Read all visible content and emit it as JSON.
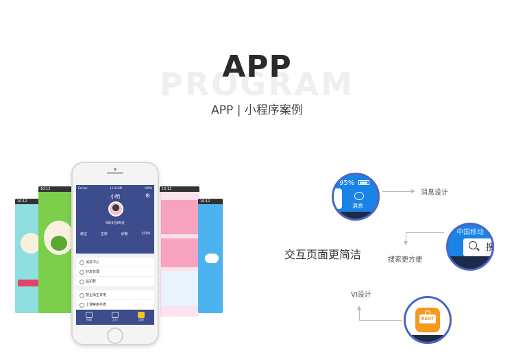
{
  "header": {
    "background_word": "PROGRAM",
    "title": "APP",
    "subtitle": "APP | 小程序案例"
  },
  "mockup": {
    "screen_left_status": "10:12",
    "screen2_status": "10:12",
    "screen3_status": "10:12",
    "screen4_status": "10:12",
    "app": {
      "carrier": "Carrier",
      "time": "11:11AM",
      "battery": "100%",
      "name": "小明",
      "age": "5年4月05天",
      "stat1_label": "体征",
      "stat1_value": "正常",
      "stat2_label": "步数",
      "stat2_value": "1000",
      "items": [
        "消息中心",
        "好友管理",
        "监护群",
        "禁止陌生来电",
        "上课禁用手表"
      ],
      "tabs": [
        "微聊",
        "定位",
        "管理"
      ]
    }
  },
  "diagram": {
    "bubble1": {
      "battery": "95%",
      "label": "消息"
    },
    "bubble2": {
      "carrier": "中国移动",
      "search_text": "搜"
    },
    "bubble3": {
      "sign": "RENT"
    },
    "label_message_design": "消息设计",
    "label_interaction": "交互页面更简洁",
    "label_search": "搜索更方便",
    "label_vi": "VI设计"
  },
  "colors": {
    "accent_blue": "#4a64c9",
    "app_header": "#3d4c8c",
    "bubble_blue": "#1a83e6",
    "rent_orange": "#f59a1c"
  }
}
